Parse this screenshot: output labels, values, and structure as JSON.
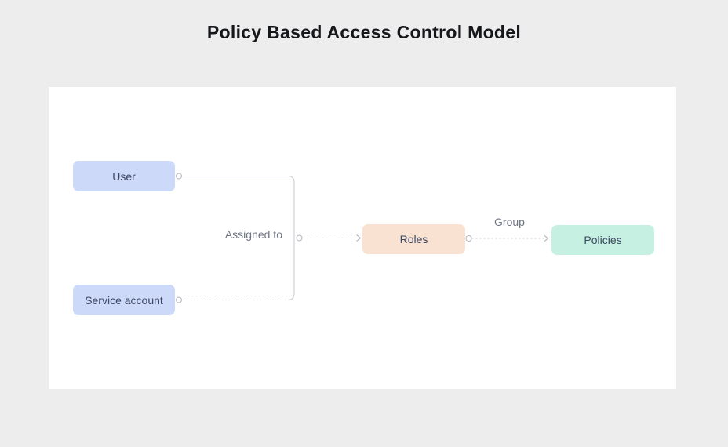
{
  "page": {
    "title": "Policy Based Access Control Model",
    "background_color": "#ededed"
  },
  "canvas": {
    "background_color": "#ffffff"
  },
  "nodes": [
    {
      "id": "user",
      "label": "User",
      "fill": "#cdd9f9",
      "text_color": "#3d4763"
    },
    {
      "id": "service-account",
      "label": "Service account",
      "fill": "#cdd9f9",
      "text_color": "#3d4763"
    },
    {
      "id": "roles",
      "label": "Roles",
      "fill": "#f9e2d2",
      "text_color": "#3d4763"
    },
    {
      "id": "policies",
      "label": "Policies",
      "fill": "#c6f1e2",
      "text_color": "#3d4763"
    }
  ],
  "edges": [
    {
      "from": "User",
      "to": "Roles",
      "label": "Assigned to",
      "style": "solid-merge"
    },
    {
      "from": "Service account",
      "to": "Roles",
      "label": "Assigned to",
      "style": "dotted-merge"
    },
    {
      "from": "Roles",
      "to": "Policies",
      "label": "Group",
      "style": "dotted-arrow"
    }
  ],
  "colors": {
    "line": "#c6c9cf",
    "connector_stroke": "#b4b8bf",
    "connector_fill": "#ffffff",
    "arrowhead": "#a9adb5",
    "label_text": "#6e7684",
    "title_text": "#16171b"
  }
}
